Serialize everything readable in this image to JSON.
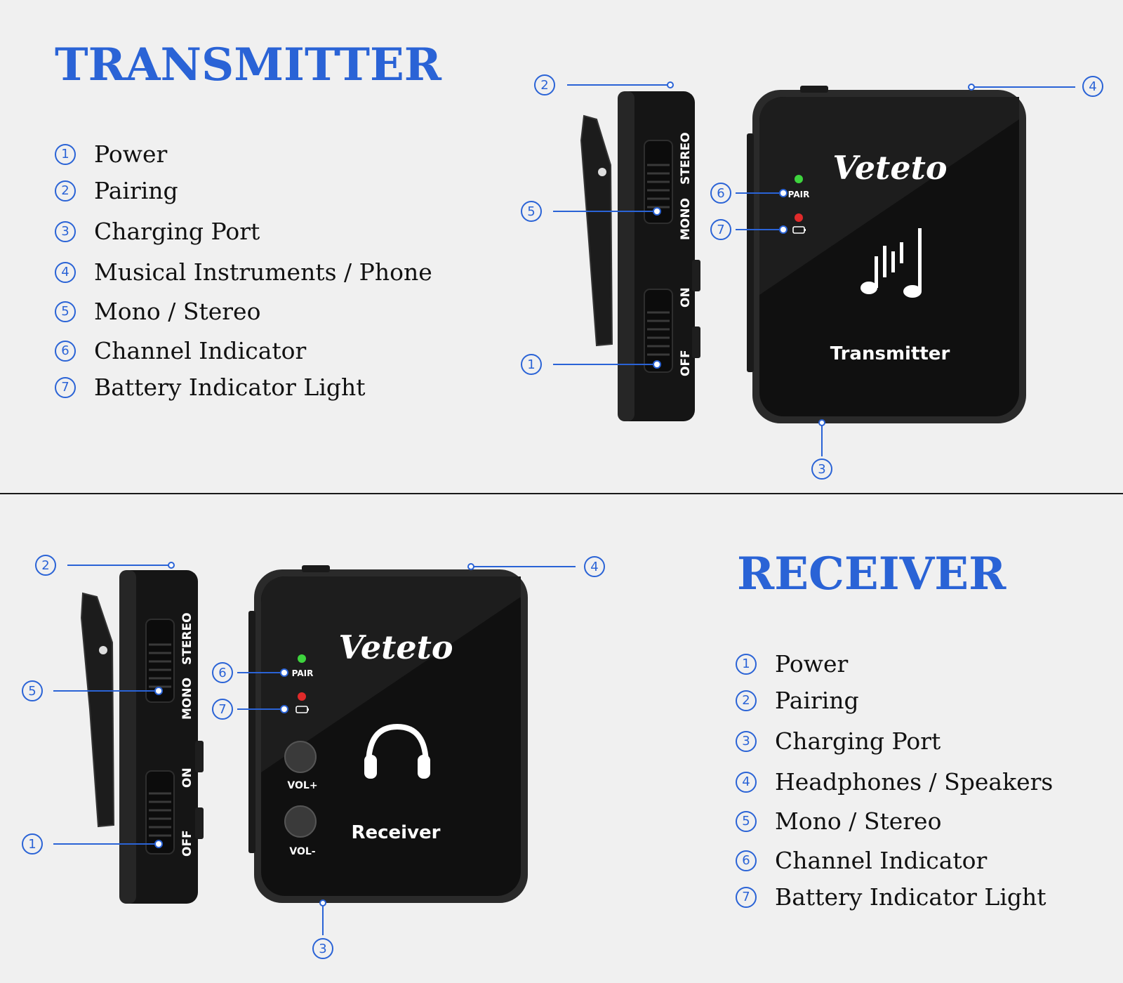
{
  "transmitter": {
    "title": "TRANSMITTER",
    "legend": [
      {
        "num": "1",
        "label": "Power"
      },
      {
        "num": "2",
        "label": "Pairing"
      },
      {
        "num": "3",
        "label": "Charging Port"
      },
      {
        "num": "4",
        "label": "Musical Instruments / Phone"
      },
      {
        "num": "5",
        "label": "Mono / Stereo"
      },
      {
        "num": "6",
        "label": "Channel Indicator"
      },
      {
        "num": "7",
        "label": "Battery Indicator Light"
      }
    ],
    "device": {
      "brand": "Veteto",
      "name": "Transmitter",
      "pair_label": "PAIR",
      "switch_labels": {
        "stereo": "STEREO",
        "mono": "MONO",
        "on": "ON",
        "off": "OFF"
      }
    }
  },
  "receiver": {
    "title": "RECEIVER",
    "legend": [
      {
        "num": "1",
        "label": "Power"
      },
      {
        "num": "2",
        "label": "Pairing"
      },
      {
        "num": "3",
        "label": "Charging Port"
      },
      {
        "num": "4",
        "label": "Headphones / Speakers"
      },
      {
        "num": "5",
        "label": "Mono / Stereo"
      },
      {
        "num": "6",
        "label": "Channel Indicator"
      },
      {
        "num": "7",
        "label": "Battery Indicator Light"
      }
    ],
    "device": {
      "brand": "Veteto",
      "name": "Receiver",
      "pair_label": "PAIR",
      "vol_up": "VOL+",
      "vol_down": "VOL-",
      "switch_labels": {
        "stereo": "STEREO",
        "mono": "MONO",
        "on": "ON",
        "off": "OFF"
      }
    }
  },
  "colors": {
    "accent": "#2a63d6",
    "background": "#f0f0f0",
    "device": "#141414",
    "led_green": "#3ed43e",
    "led_red": "#e02a2a"
  },
  "icons": [
    "music-notes-icon",
    "headphones-icon",
    "battery-icon"
  ]
}
